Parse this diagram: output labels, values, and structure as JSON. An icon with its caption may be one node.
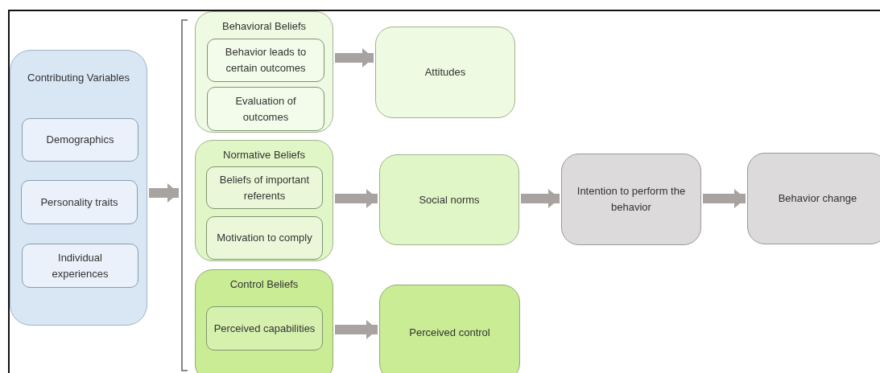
{
  "diagram": {
    "nodes": [
      {
        "text": [
          "Contributing Variables"
        ]
      },
      {
        "text": [
          "Demographics"
        ],
        "in": 0
      },
      {
        "text": [
          "Personality traits"
        ],
        "in": 0
      },
      {
        "text": [
          "Individual experiences"
        ],
        "in": 0
      },
      {
        "text": [
          "Behavioral Beliefs"
        ]
      },
      {
        "text": [
          "Behavior leads to certain outcomes"
        ],
        "in": 4
      },
      {
        "text": [
          "Evaluation of outcomes"
        ],
        "in": 4
      },
      {
        "text": [
          "Attitudes"
        ]
      },
      {
        "text": [
          "Normative Beliefs"
        ]
      },
      {
        "text": [
          "Beliefs of important referents"
        ],
        "in": 8
      },
      {
        "text": [
          "Motivation to comply"
        ],
        "in": 8
      },
      {
        "text": [
          "Social norms"
        ]
      },
      {
        "text": [
          "Intention to perform the behavior"
        ]
      },
      {
        "text": [
          "Behavior change"
        ]
      },
      {
        "text": [
          "Control Beliefs"
        ]
      },
      {
        "text": [
          "Perceived capabilities"
        ],
        "in": 14
      },
      {
        "text": [
          "Perceived control"
        ]
      },
      {
        "text": [],
        "shape": "bracket"
      }
    ],
    "edges": [
      {
        "from": 0,
        "to": 17,
        "arrow": "to"
      },
      {
        "from": 4,
        "to": 7,
        "arrow": "to"
      },
      {
        "from": 8,
        "to": 11,
        "arrow": "to"
      },
      {
        "from": 11,
        "to": 12,
        "arrow": "to"
      },
      {
        "from": 12,
        "to": 13,
        "arrow": "to"
      },
      {
        "from": 14,
        "to": 16,
        "arrow": "to"
      }
    ]
  }
}
